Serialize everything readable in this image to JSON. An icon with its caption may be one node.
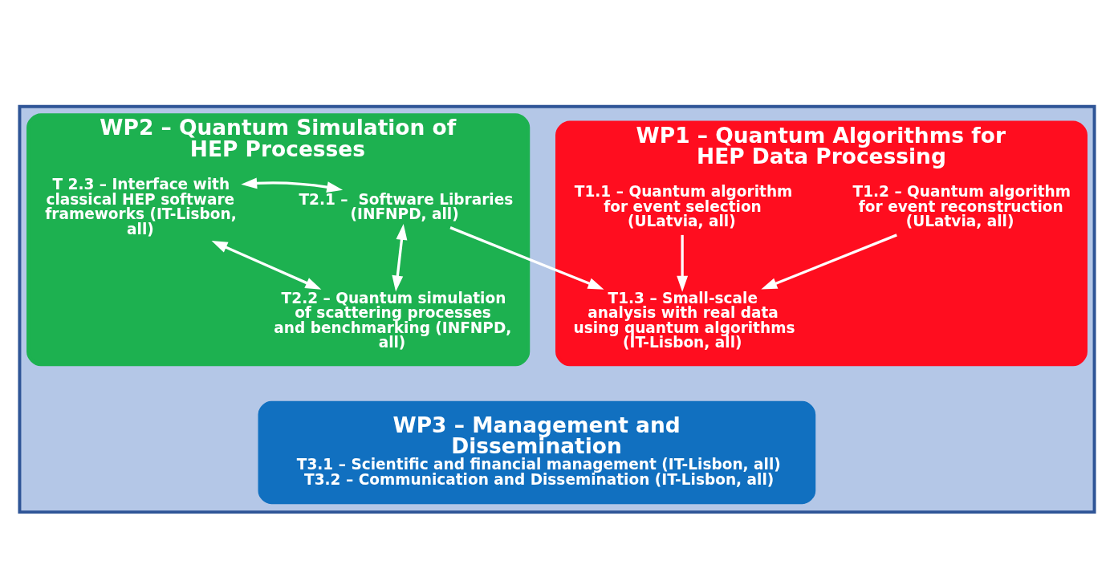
{
  "diagram": {
    "nodes": [
      {
        "text": [],
        "shape": "box"
      },
      {
        "text": [
          "WP1 – Quantum Algorithms for HEP Data Processing"
        ],
        "in": 0
      },
      {
        "text": [
          "T1.1 – Quantum algorithm for event selection (ULatvia, all)"
        ],
        "in": 1
      },
      {
        "text": [
          "T1.2 – Quantum algorithm for event reconstruction (ULatvia, all)"
        ],
        "in": 1
      },
      {
        "text": [
          "T1.3 – Small-scale analysis with real data using quantum algorithms (IT-Lisbon, all)"
        ],
        "in": 1
      },
      {
        "text": [
          "WP2 – Quantum Simulation of HEP Processes"
        ],
        "in": 0
      },
      {
        "text": [
          "T2.1 –  Software Libraries (INFNPD, all)"
        ],
        "in": 5
      },
      {
        "text": [
          "T 2.3 – Interface with classical HEP software frameworks (IT-Lisbon, all)"
        ],
        "in": 5
      },
      {
        "text": [
          "T2.2 – Quantum simulation of scattering processes and benchmarking (INFNPD, all)"
        ],
        "in": 5
      },
      {
        "text": [
          "WP3 – Management and Dissemination",
          "T3.1 – Scientific and financial management (IT-Lisbon, all)",
          "T3.2 – Communication and Dissemination (IT-Lisbon, all)"
        ],
        "in": 0
      }
    ],
    "edges": [
      {
        "from": 2,
        "to": 4,
        "arrow": "to"
      },
      {
        "from": 3,
        "to": 4,
        "arrow": "to"
      },
      {
        "from": 6,
        "to": 4,
        "arrow": "to"
      },
      {
        "from": 6,
        "to": 7,
        "arrow": "both"
      },
      {
        "from": 6,
        "to": 8,
        "arrow": "both"
      },
      {
        "from": 8,
        "to": 7,
        "arrow": "both"
      }
    ]
  }
}
